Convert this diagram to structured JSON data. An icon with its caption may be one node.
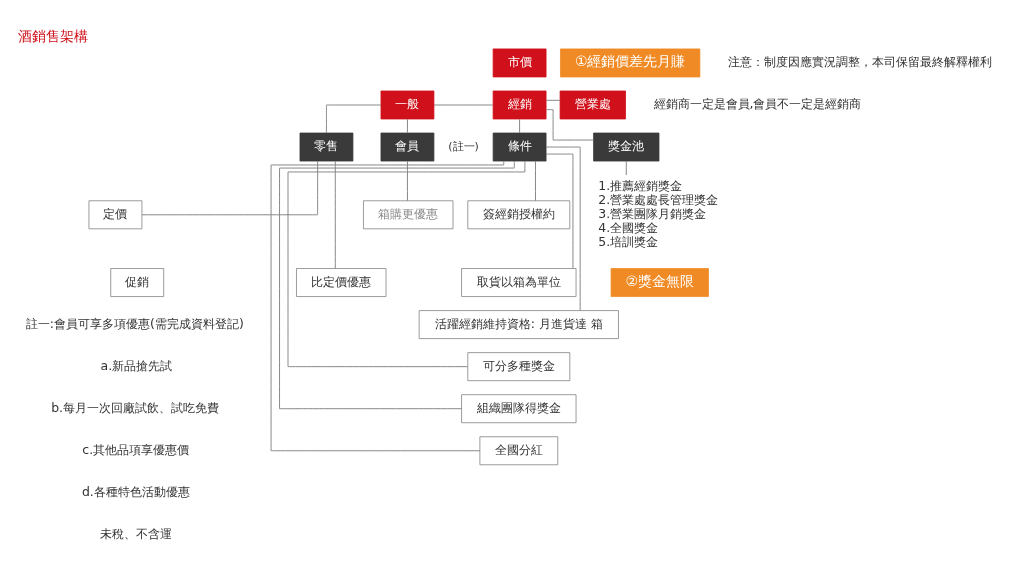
{
  "diagram": {
    "title": "酒銷售架構",
    "nodes": [
      {
        "text": [
          "市價"
        ]
      },
      {
        "text": [
          "①經銷價差先月賺"
        ]
      },
      {
        "text": [
          "一般"
        ]
      },
      {
        "text": [
          "經銷"
        ]
      },
      {
        "text": [
          "營業處"
        ]
      },
      {
        "text": [
          "零售"
        ]
      },
      {
        "text": [
          "會員"
        ],
        "beside": [
          "(註一)"
        ]
      },
      {
        "text": [
          "條件"
        ]
      },
      {
        "text": [
          "獎金池"
        ]
      },
      {
        "text": [
          "定價"
        ]
      },
      {
        "text": [
          "促銷"
        ]
      },
      {
        "text": [
          "比定價優惠"
        ]
      },
      {
        "text": [
          "箱購更優惠"
        ]
      },
      {
        "text": [
          "簽經銷授權約"
        ]
      },
      {
        "text": [
          "取貨以箱為單位"
        ]
      },
      {
        "text": [
          "活躍經銷維持資格: 月進貨達 箱"
        ]
      },
      {
        "text": [
          "可分多種獎金"
        ]
      },
      {
        "text": [
          "組織團隊得獎金"
        ]
      },
      {
        "text": [
          "全國分紅"
        ]
      },
      {
        "text": [
          "1.推薦經銷獎金",
          "2.營業處處長管理獎金",
          "3.營業團隊月銷獎金",
          "4.全國獎金",
          "5.培訓獎金"
        ]
      },
      {
        "text": [
          "②獎金無限"
        ]
      }
    ],
    "edges": [
      {
        "from": 2,
        "to": 3,
        "arrow": "none"
      },
      {
        "from": 3,
        "to": 4,
        "arrow": "none"
      },
      {
        "from": 2,
        "to": 5,
        "arrow": "none"
      },
      {
        "from": 2,
        "to": 6,
        "arrow": "none"
      },
      {
        "from": 3,
        "to": 7,
        "arrow": "none"
      },
      {
        "from": 3,
        "to": 8,
        "arrow": "none"
      },
      {
        "from": 5,
        "to": 9,
        "arrow": "none"
      },
      {
        "from": 5,
        "to": 11,
        "arrow": "none"
      },
      {
        "from": 6,
        "to": 12,
        "arrow": "none"
      },
      {
        "from": 7,
        "to": 13,
        "arrow": "none"
      },
      {
        "from": 7,
        "to": 14,
        "arrow": "none"
      },
      {
        "from": 7,
        "to": 15,
        "arrow": "none"
      },
      {
        "from": 7,
        "to": 16,
        "arrow": "none"
      },
      {
        "from": 7,
        "to": 17,
        "arrow": "none"
      },
      {
        "from": 7,
        "to": 18,
        "arrow": "none"
      },
      {
        "from": 8,
        "to": 19,
        "arrow": "none"
      }
    ],
    "labels": [
      "注意：制度因應實況調整，本司保留最終解釋權利",
      "經銷商一定是會員,會員不一定是經銷商",
      "註一:會員可享多項優惠(需完成資料登記)",
      "a.新品搶先試",
      "b.每月一次回廠試飲、試吃免費",
      "c.其他品項享優惠價",
      "d.各種特色活動優惠",
      "未稅、不含運"
    ]
  }
}
